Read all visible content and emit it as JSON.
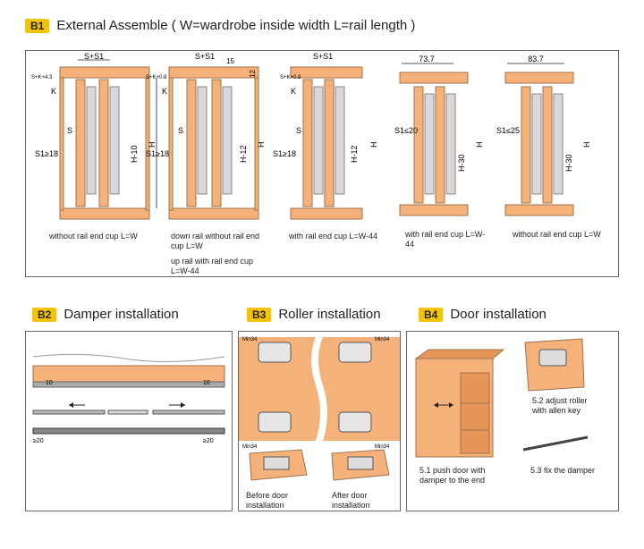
{
  "b1": {
    "badge": "B1",
    "title": "External Assemble ( W=wardrobe inside width L=rail length )",
    "diagrams": [
      {
        "top_dim": "S+S1",
        "k_label": "S+K+4.3",
        "k": "K",
        "s": "S",
        "s1": "S1≥18",
        "h_inner": "H-10",
        "h": "H",
        "caption": "without rail end cup L=W"
      },
      {
        "top_dim": "S+S1",
        "gap": "15",
        "side": "12",
        "k_label": "S+K+0.8",
        "k": "K",
        "s": "S",
        "s1": "S1≥18",
        "h_inner": "H-12",
        "h": "H",
        "caption": "down rail without rail end cup L=W",
        "caption2": "up rail with rail end cup L=W-44"
      },
      {
        "top_dim": "S+S1",
        "k_label": "S+K+0.8",
        "k": "K",
        "s": "S",
        "s1": "S1≥18",
        "h_inner": "H-12",
        "h": "H",
        "caption": "with rail end cup L=W-44"
      },
      {
        "top_dim": "73.7",
        "s1": "S1≤20",
        "h_inner": "H-30",
        "h": "H",
        "caption": "with rail end cup L=W-44"
      },
      {
        "top_dim": "83.7",
        "s1": "S1≤25",
        "h_inner": "H-30",
        "h": "H",
        "caption": "without rail end cup L=W"
      }
    ]
  },
  "b2": {
    "badge": "B2",
    "title": "Damper installation",
    "left10": "10",
    "right10": "10",
    "ge20a": "≥20",
    "ge20b": "≥20"
  },
  "b3": {
    "badge": "B3",
    "title": "Roller installation",
    "min_a": "Min34",
    "min_b": "Min34",
    "min_c": "Min34",
    "min_d": "Min34",
    "before": "Before door installation",
    "after": "After door installation"
  },
  "b4": {
    "badge": "B4",
    "title": "Door installation",
    "step1": "5.1 push door with damper to the end",
    "step2": "5.2 adjust roller with allen key",
    "step3": "5.3 fix the damper"
  },
  "colors": {
    "wood": "#f4b27a",
    "wood_dark": "#e8955a",
    "badge": "#f5c400",
    "metal": "#c8c8c8"
  }
}
